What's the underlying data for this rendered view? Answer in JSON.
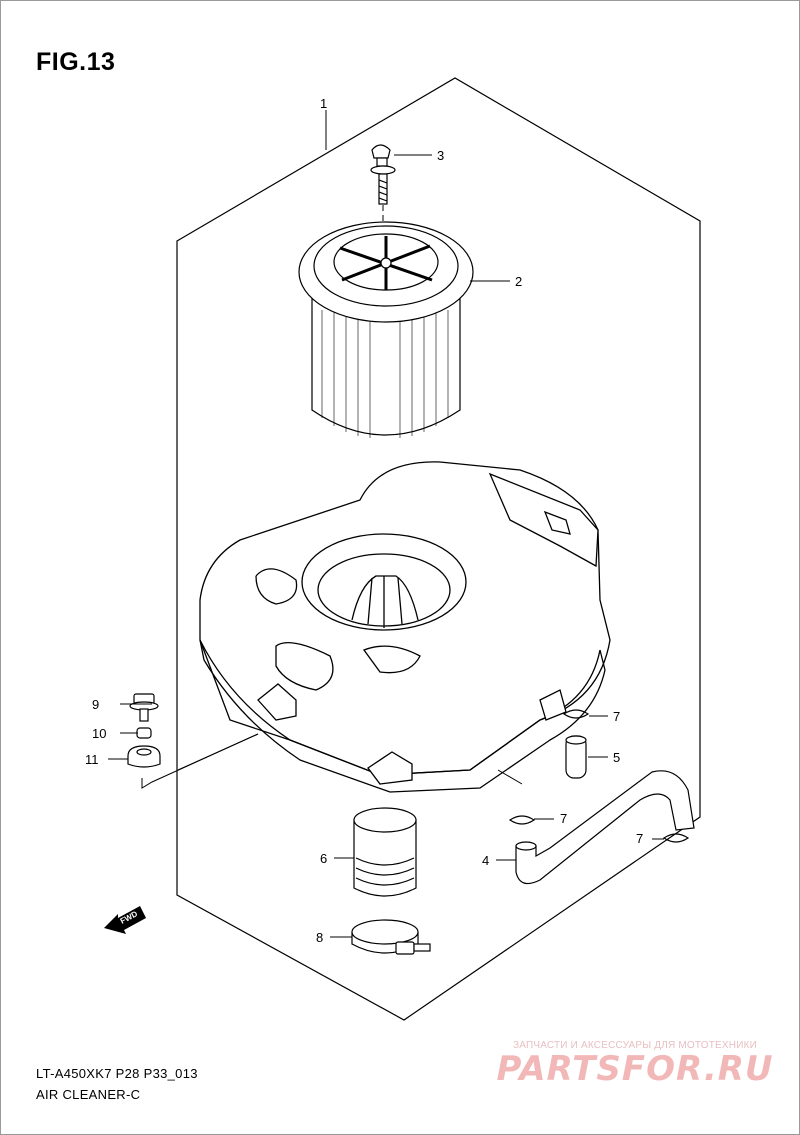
{
  "figure": {
    "title": "FIG.13"
  },
  "callouts": [
    {
      "number": "1",
      "part": "air-cleaner-assembly"
    },
    {
      "number": "2",
      "part": "filter-element"
    },
    {
      "number": "3",
      "part": "screw"
    },
    {
      "number": "4",
      "part": "hose"
    },
    {
      "number": "5",
      "part": "drain-plug"
    },
    {
      "number": "6",
      "part": "outlet-tube"
    },
    {
      "number": "7",
      "part": "clamp"
    },
    {
      "number": "7",
      "part": "clamp"
    },
    {
      "number": "7",
      "part": "clamp"
    },
    {
      "number": "8",
      "part": "clamp-band"
    },
    {
      "number": "9",
      "part": "bolt"
    },
    {
      "number": "10",
      "part": "spacer"
    },
    {
      "number": "11",
      "part": "cushion"
    }
  ],
  "fwd_label": "FWD",
  "footer": {
    "model_code": "LT-A450XK7 P28 P33_013",
    "section_name": "AIR CLEANER-C"
  },
  "watermark": {
    "subtitle": "ЗАПЧАСТИ И АКСЕССУАРЫ ДЛЯ МОТОТЕХНИКИ",
    "brand": "PARTSFOR.RU"
  }
}
